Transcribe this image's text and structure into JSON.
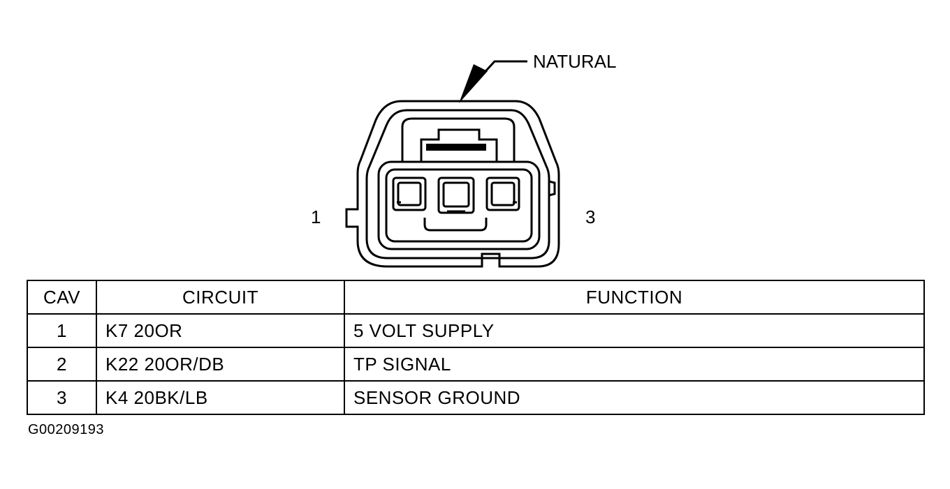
{
  "connector": {
    "color_label": "NATURAL",
    "left_cavity_label": "1",
    "right_cavity_label": "3"
  },
  "table": {
    "headers": {
      "cav": "CAV",
      "circuit": "CIRCUIT",
      "function": "FUNCTION"
    },
    "rows": [
      {
        "cav": "1",
        "circuit": "K7 20OR",
        "function": "5 VOLT SUPPLY"
      },
      {
        "cav": "2",
        "circuit": "K22 20OR/DB",
        "function": "TP SIGNAL"
      },
      {
        "cav": "3",
        "circuit": "K4 20BK/LB",
        "function": "SENSOR GROUND"
      }
    ]
  },
  "figure_id": "G00209193"
}
